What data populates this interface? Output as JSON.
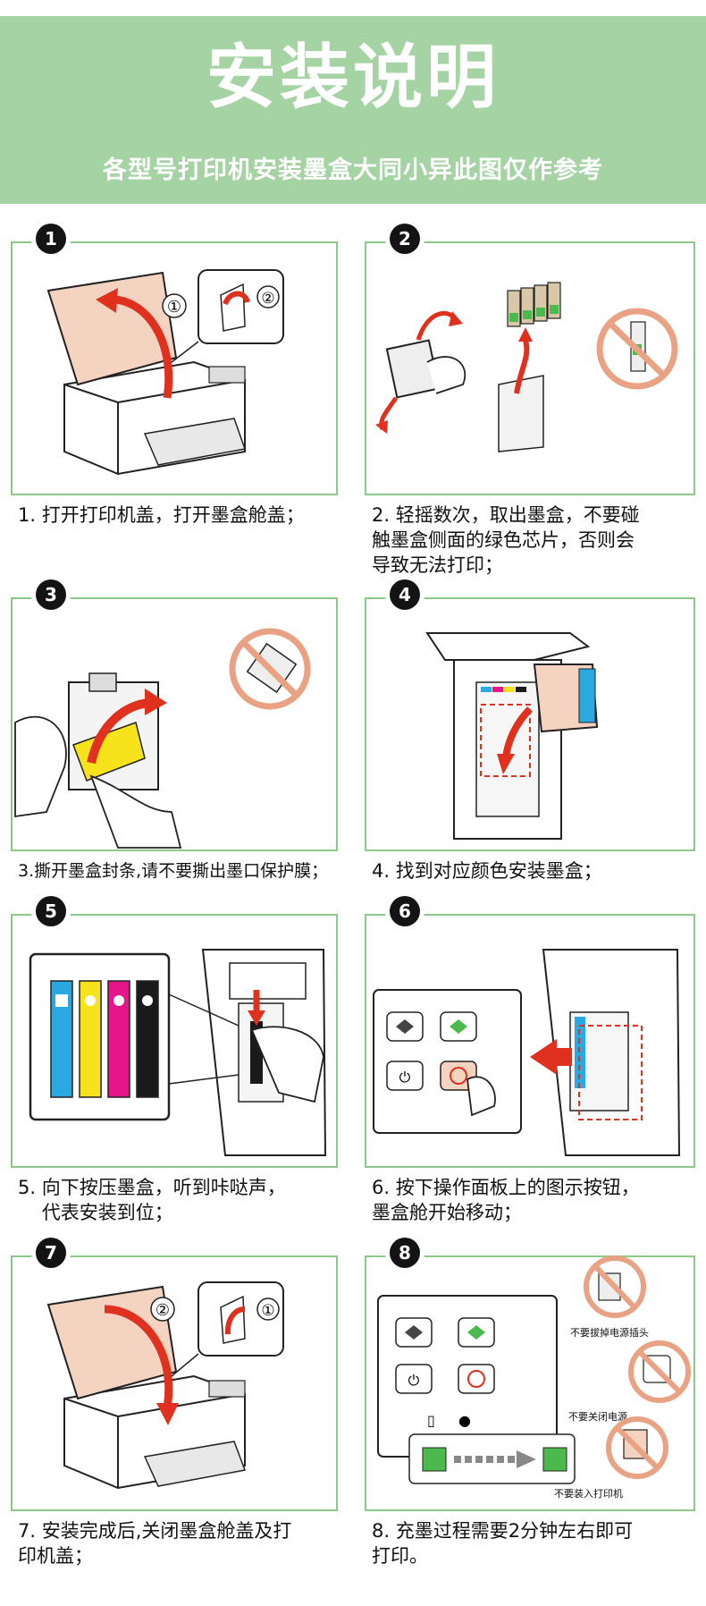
{
  "header": {
    "title": "安装说明",
    "subtitle": "各型号打印机安装墨盒大同小异此图仅作参考"
  },
  "steps": [
    {
      "number": "1",
      "caption": "1. 打开打印机盖，打开墨盒舱盖；",
      "callouts": [
        "①",
        "②"
      ]
    },
    {
      "number": "2",
      "caption_lines": [
        "2. 轻摇数次，取出墨盒，不要碰",
        "触墨盒侧面的绿色芯片，否则会",
        "导致无法打印；"
      ]
    },
    {
      "number": "3",
      "caption": "3.撕开墨盒封条,请不要撕出墨口保护膜；"
    },
    {
      "number": "4",
      "caption": "4. 找到对应颜色安装墨盒；"
    },
    {
      "number": "5",
      "caption_lines": [
        "5. 向下按压墨盒，听到咔哒声，",
        "    代表安装到位；"
      ]
    },
    {
      "number": "6",
      "caption_lines": [
        "6. 按下操作面板上的图示按钮，",
        "墨盒舱开始移动；"
      ]
    },
    {
      "number": "7",
      "caption_lines": [
        "7. 安装完成后,关闭墨盒舱盖及打",
        "印机盖；"
      ],
      "callouts": [
        "②",
        "①"
      ]
    },
    {
      "number": "8",
      "caption_lines": [
        "8. 充墨过程需要2分钟左右即可",
        "打印。"
      ],
      "warnings": [
        "不要拔掉电源插头",
        "不要关闭电源",
        "不要装入打印机"
      ]
    }
  ],
  "colors": {
    "header_bg": "#a5d3a3",
    "frame_border": "#8cc88a",
    "accent_red": "#e0301e",
    "prohibit_ring": "#e9a384",
    "paper_pink": "#f5d3c1",
    "ink_cyan": "#29a9e0",
    "ink_yellow": "#f7e31c",
    "ink_magenta": "#e5168a",
    "ink_black": "#1a1a1a",
    "chip_green": "#4bb94b"
  },
  "icons": [
    "printer-illustration",
    "ink-cartridge-icon",
    "prohibited-icon",
    "hand-icon",
    "power-button-icon",
    "stop-button-icon",
    "paper-icon",
    "ink-drop-icon",
    "arrow-icon"
  ]
}
